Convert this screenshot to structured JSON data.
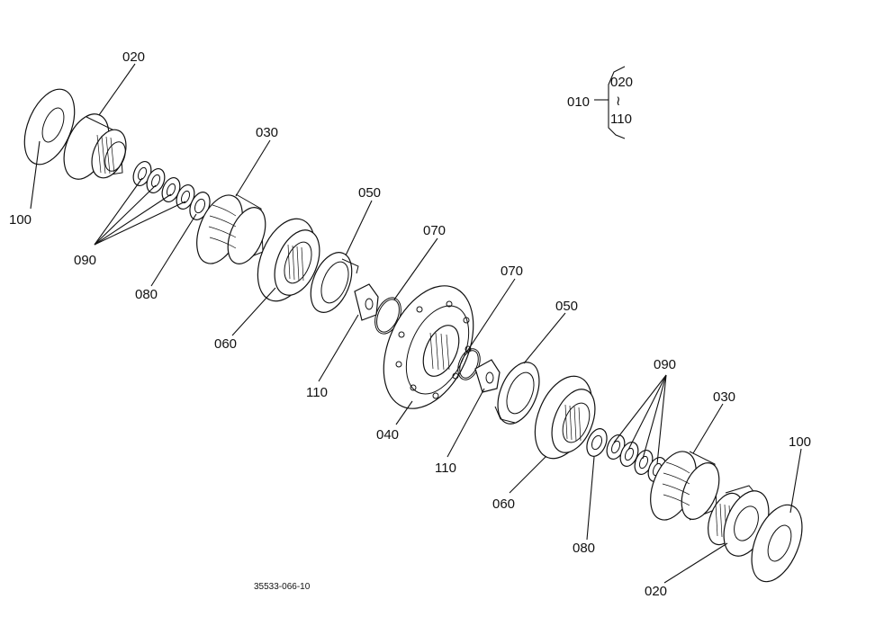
{
  "diagram": {
    "labels": {
      "l020a": "020",
      "l100a": "100",
      "l090a": "090",
      "l080a": "080",
      "l030a": "030",
      "l060a": "060",
      "l050a": "050",
      "l110a": "110",
      "l070a": "070",
      "l040": "040",
      "l070b": "070",
      "l110b": "110",
      "l050b": "050",
      "l060b": "060",
      "l080b": "080",
      "l090b": "090",
      "l030b": "030",
      "l100b": "100",
      "l020b": "020"
    },
    "assembly": {
      "parent": "010",
      "first": "020",
      "range_symbol": "≀",
      "last": "110"
    },
    "drawing_number": "35533-066-10"
  }
}
